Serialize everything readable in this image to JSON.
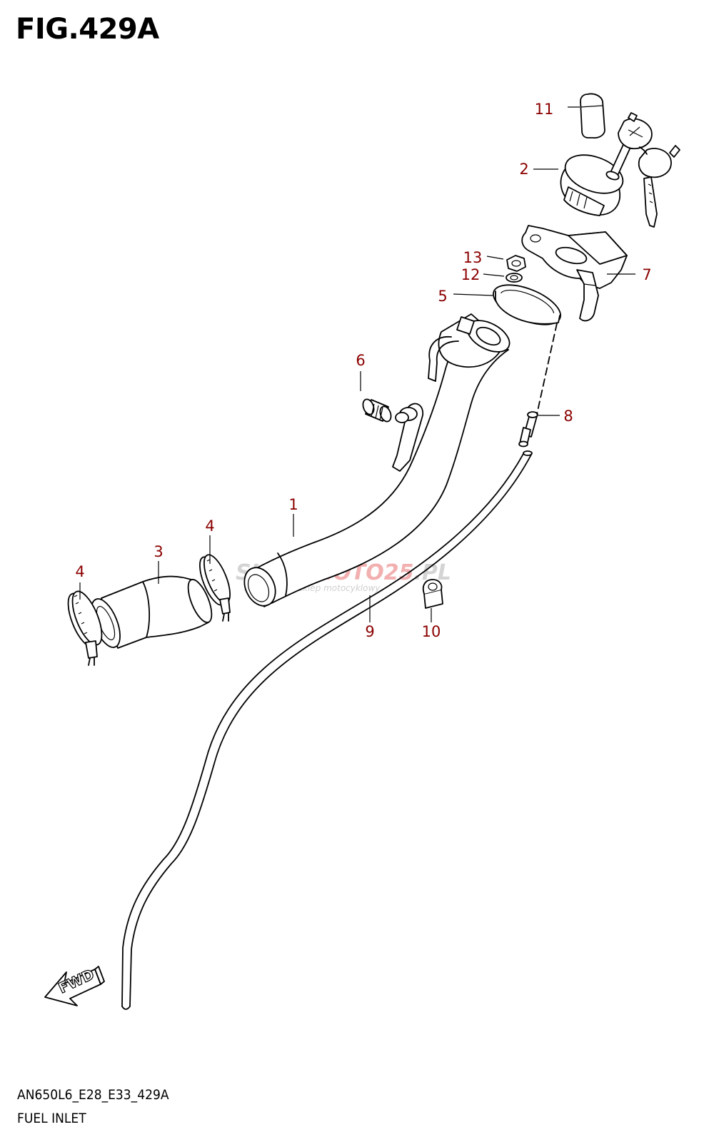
{
  "figure": {
    "title": "FIG.429A",
    "model_code": "AN650L6_E28_E33_429A",
    "section_name": "FUEL INLET"
  },
  "callouts": [
    {
      "id": "c1",
      "label": "1"
    },
    {
      "id": "c2",
      "label": "2"
    },
    {
      "id": "c3",
      "label": "3"
    },
    {
      "id": "c4a",
      "label": "4"
    },
    {
      "id": "c4b",
      "label": "4"
    },
    {
      "id": "c5",
      "label": "5"
    },
    {
      "id": "c6",
      "label": "6"
    },
    {
      "id": "c7",
      "label": "7"
    },
    {
      "id": "c8",
      "label": "8"
    },
    {
      "id": "c9",
      "label": "9"
    },
    {
      "id": "c10",
      "label": "10"
    },
    {
      "id": "c11",
      "label": "11"
    },
    {
      "id": "c12",
      "label": "12"
    },
    {
      "id": "c13",
      "label": "13"
    }
  ],
  "watermark": {
    "part1": "SKLEP",
    "part2": "MOTO",
    "part3": "25",
    "part4": ".PL",
    "tagline": "internetowy sklep motocyklowy"
  },
  "direction_arrow": {
    "label": "FWD"
  },
  "colors": {
    "callout": "#8b0000",
    "line": "#000000",
    "watermark_grey": "#d4d4d4",
    "watermark_red": "#f2b0b0"
  }
}
